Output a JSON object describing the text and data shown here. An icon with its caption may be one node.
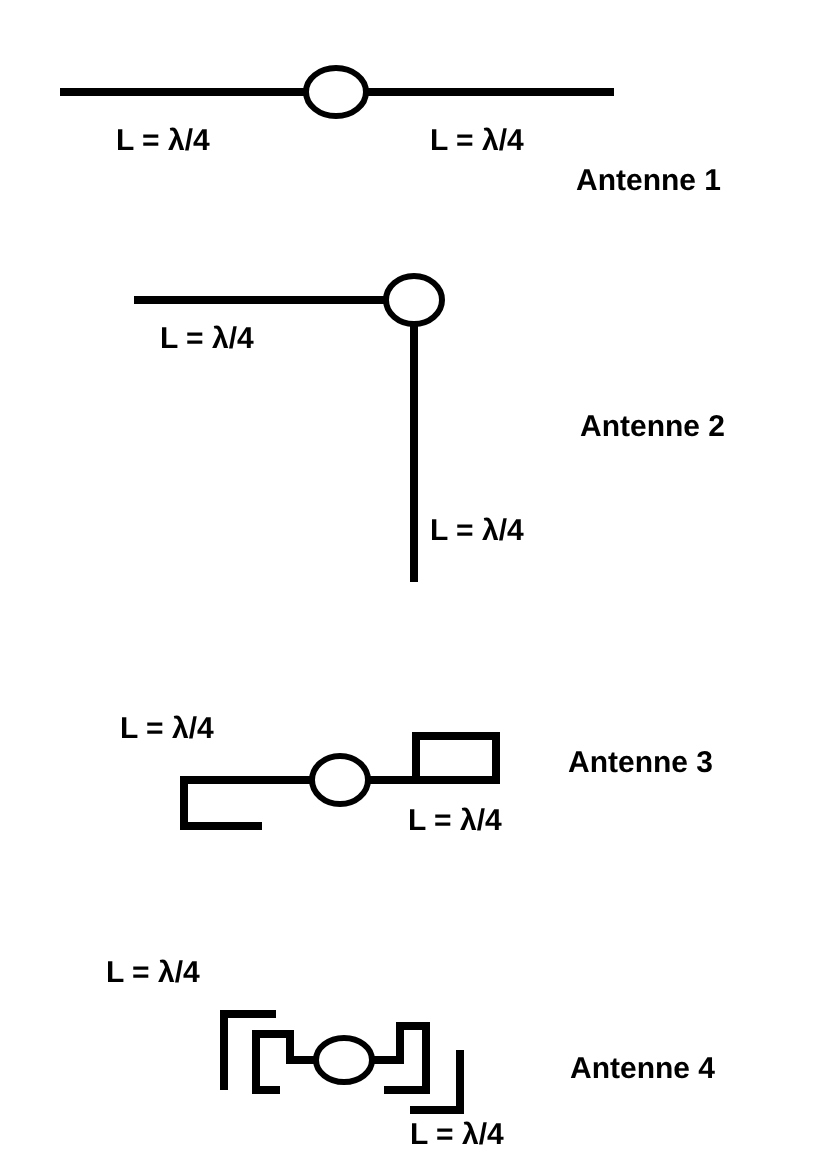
{
  "diagram": {
    "labels": [
      "L = λ/4",
      "L = λ/4",
      "Antenne 1",
      "L = λ/4",
      "Antenne 2",
      "L = λ/4",
      "L = λ/4",
      "Antenne 3",
      "L = λ/4",
      "L = λ/4",
      "Antenne 4",
      "L = λ/4"
    ]
  }
}
